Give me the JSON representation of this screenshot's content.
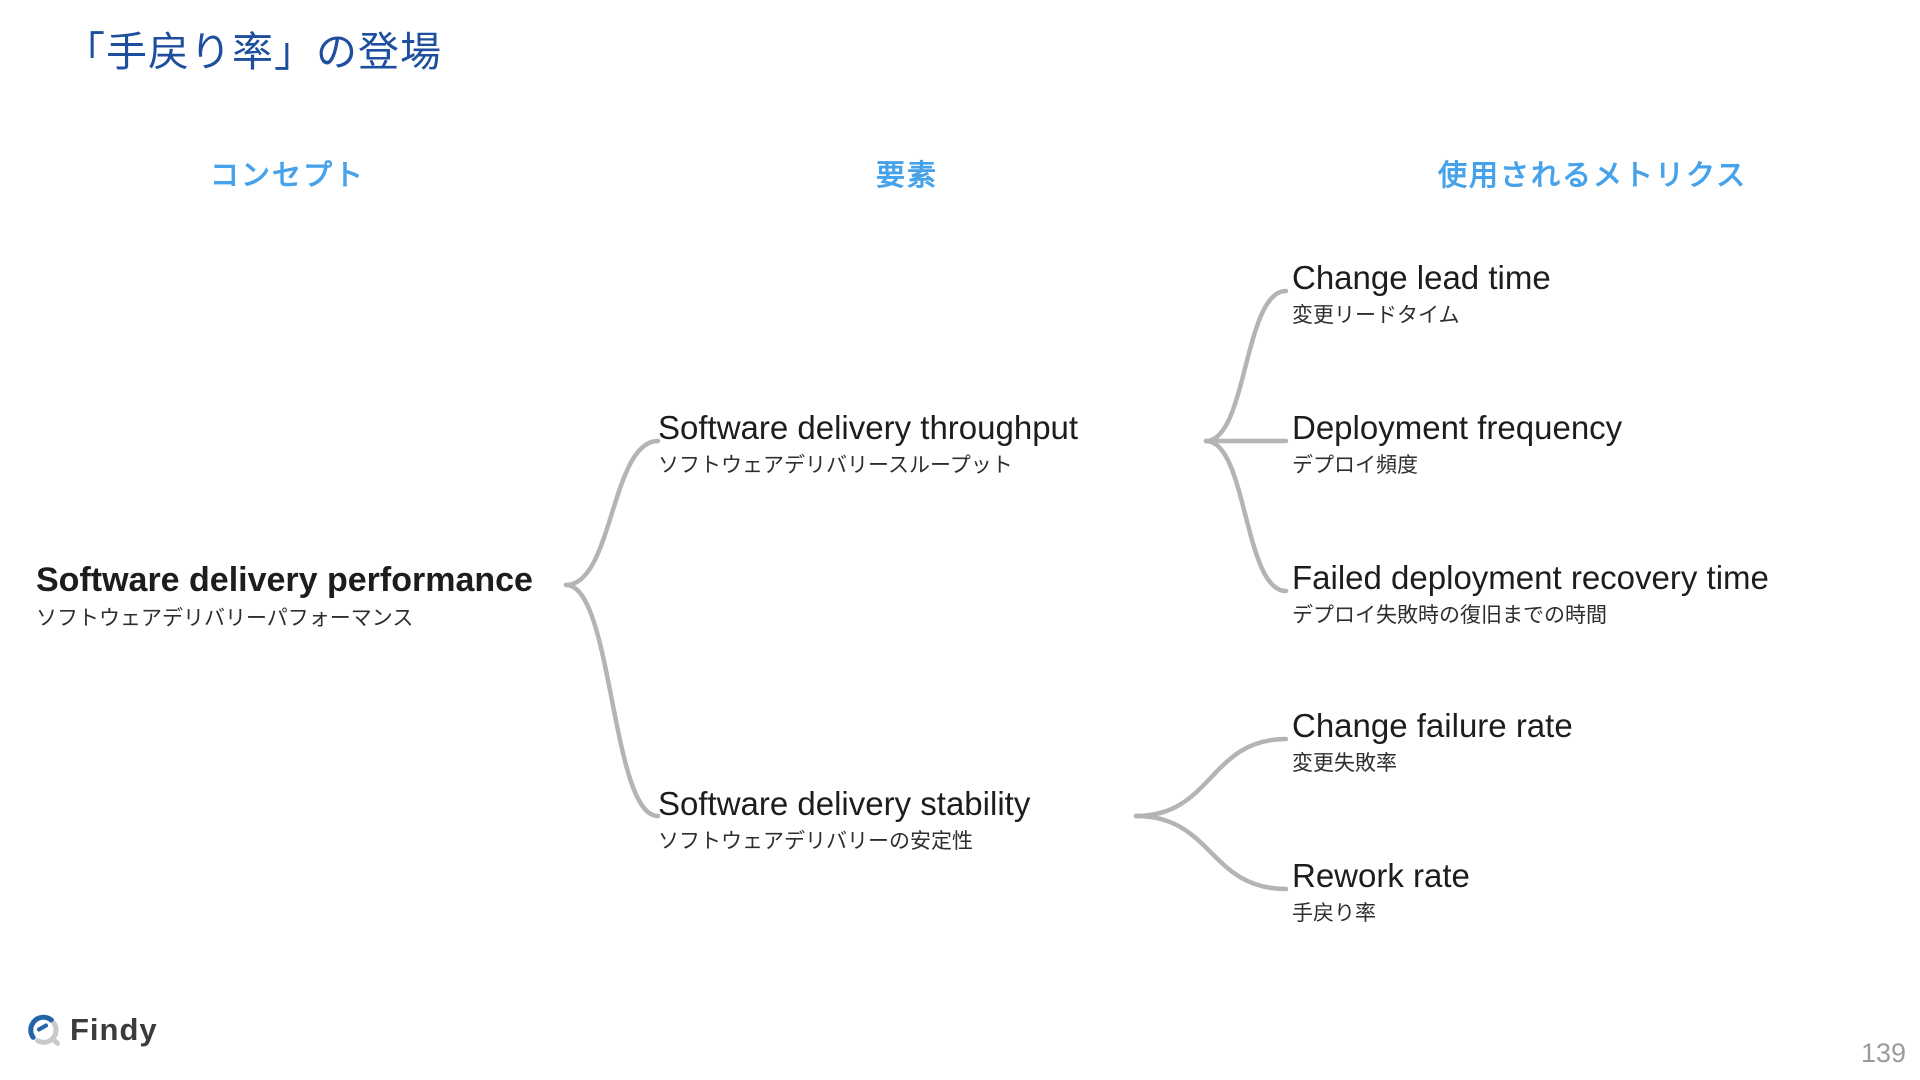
{
  "page": {
    "title": "「手戻り率」の登場",
    "page_number": "139",
    "logo_text": "Findy"
  },
  "columns": {
    "concept": "コンセプト",
    "element": "要素",
    "metrics": "使用されるメトリクス"
  },
  "tree": {
    "root": {
      "en": "Software delivery performance",
      "ja": "ソフトウェアデリバリーパフォーマンス"
    },
    "branches": [
      {
        "en": "Software delivery throughput",
        "ja": "ソフトウェアデリバリースループット"
      },
      {
        "en": "Software delivery stability",
        "ja": "ソフトウェアデリバリーの安定性"
      }
    ],
    "metrics": [
      {
        "en": "Change lead time",
        "ja": "変更リードタイム",
        "parent": "Software delivery throughput"
      },
      {
        "en": "Deployment frequency",
        "ja": "デプロイ頻度",
        "parent": "Software delivery throughput"
      },
      {
        "en": "Failed deployment recovery time",
        "ja": "デプロイ失敗時の復旧までの時間",
        "parent": "Software delivery throughput"
      },
      {
        "en": "Change failure rate",
        "ja": "変更失敗率",
        "parent": "Software delivery stability"
      },
      {
        "en": "Rework rate",
        "ja": "手戻り率",
        "parent": "Software delivery stability"
      }
    ]
  },
  "colors": {
    "title_blue": "#1e4f9e",
    "header_blue": "#46a2ea",
    "text_dark": "#1d1d1f",
    "connector_gray": "#b4b4b7",
    "page_number_gray": "#9b9b9b",
    "logo_blue": "#2563a8",
    "logo_gray": "#c7c9cb",
    "logo_text_dark": "#3b3b3d"
  }
}
